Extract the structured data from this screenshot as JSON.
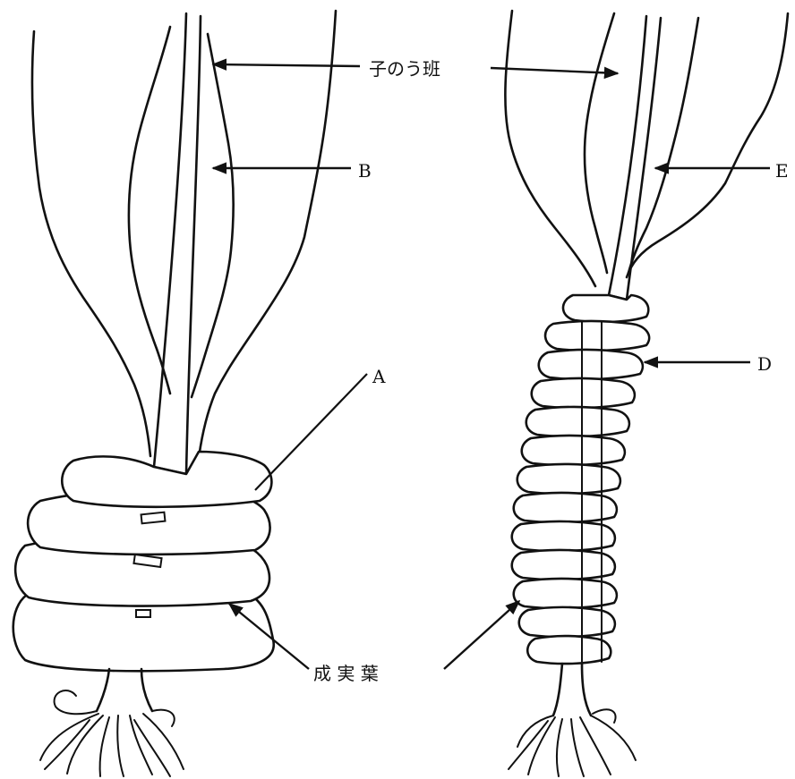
{
  "labels": {
    "sporangium_patch": "子のう班",
    "b": "B",
    "e": "E",
    "a": "A",
    "d": "D",
    "sporophyll": "成 実 葉"
  }
}
